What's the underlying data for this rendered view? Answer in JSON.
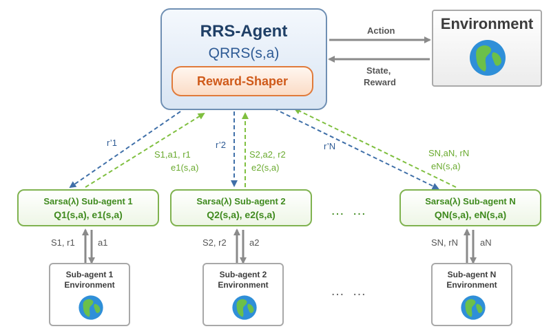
{
  "rrs_agent": {
    "title": "RRS-Agent",
    "q": "QRRS(s,a)"
  },
  "reward_shaper": {
    "label": "Reward-Shaper"
  },
  "environment": {
    "title": "Environment"
  },
  "links": {
    "action": "Action",
    "state_reward_1": "State,",
    "state_reward_2": "Reward"
  },
  "subagents": [
    {
      "title": "Sarsa(λ) Sub-agent 1",
      "q": "Q1(s,a), e1(s,a)",
      "shaped": "r’1",
      "up_1": "S1,a1, r1",
      "up_2": "e1(s,a)",
      "obs": "S1, r1",
      "act": "a1",
      "env_1": "Sub-agent 1",
      "env_2": "Environment"
    },
    {
      "title": "Sarsa(λ) Sub-agent 2",
      "q": "Q2(s,a), e2(s,a)",
      "shaped": "r’2",
      "up_1": "S2,a2, r2",
      "up_2": "e2(s,a)",
      "obs": "S2, r2",
      "act": "a2",
      "env_1": "Sub-agent 2",
      "env_2": "Environment"
    },
    {
      "title": "Sarsa(λ) Sub-agent N",
      "q": "QN(s,a), eN(s,a)",
      "shaped": "r’N",
      "up_1": "SN,aN, rN",
      "up_2": "eN(s,a)",
      "obs": "SN, rN",
      "act": "aN",
      "env_1": "Sub-agent N",
      "env_2": "Environment"
    }
  ],
  "ellipsis_agents": "… …",
  "ellipsis_envs": "… …",
  "colors": {
    "blue_dashed": "#3f6fa8",
    "green_dashed": "#7fbf3f",
    "gray_arrow": "#8a8a8a"
  },
  "icons": {
    "globe": "globe-icon"
  }
}
